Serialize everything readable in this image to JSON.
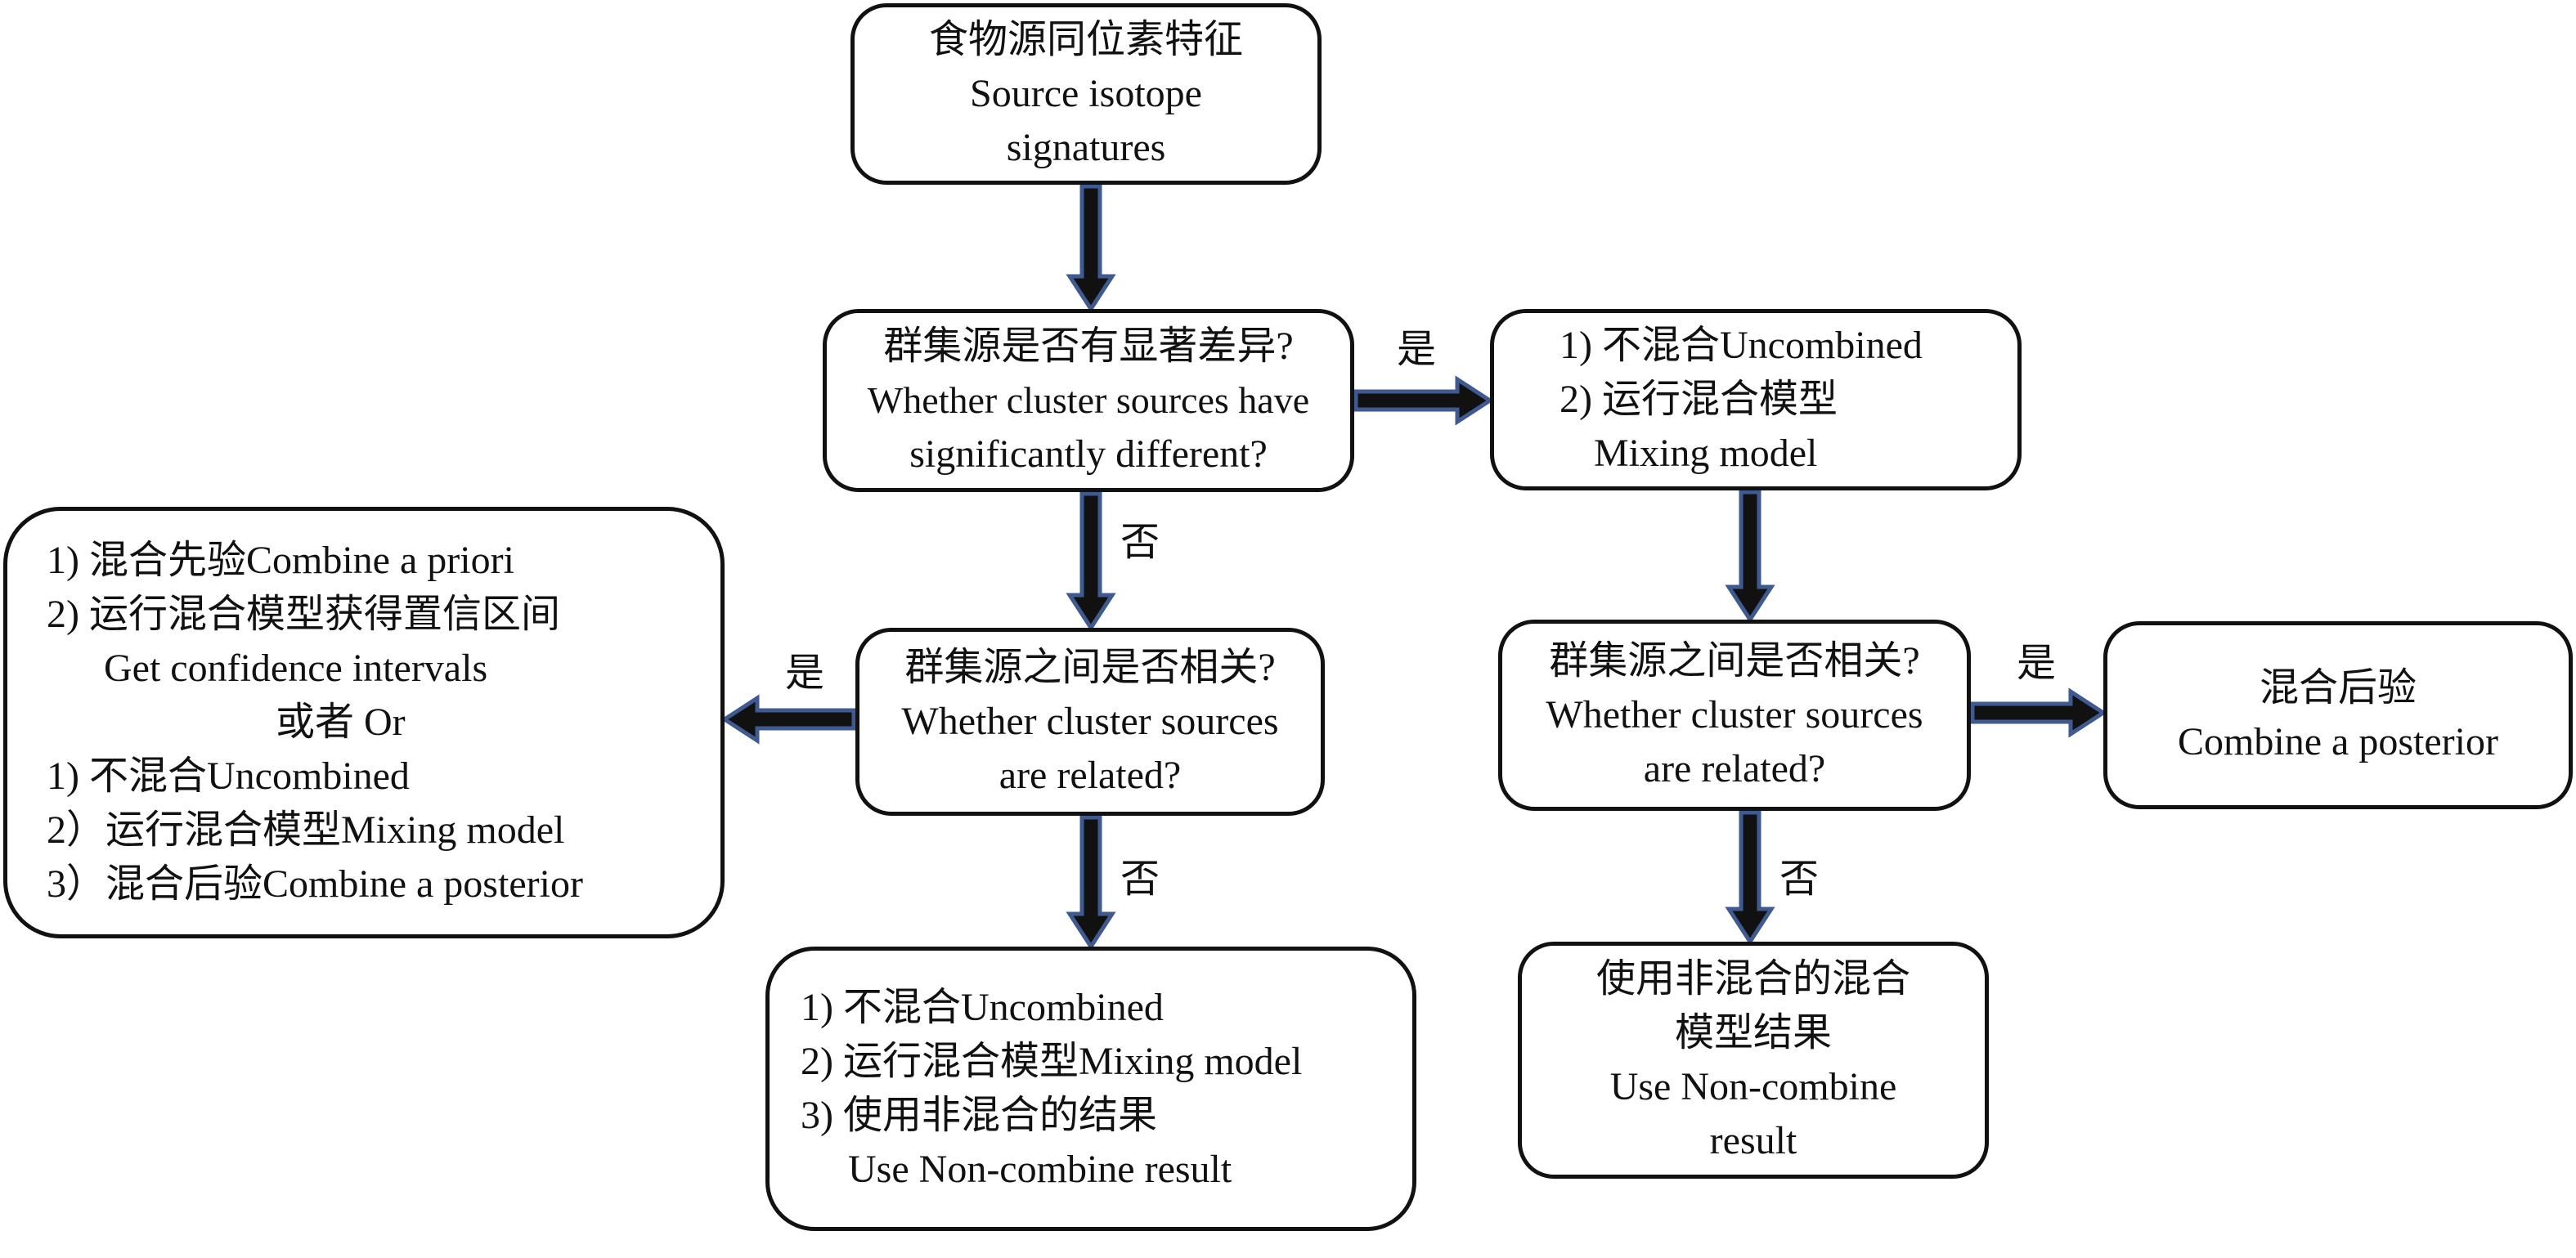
{
  "diagram": {
    "nodes": {
      "source": {
        "lines": [
          "食物源同位素特征",
          "Source isotope",
          "signatures"
        ]
      },
      "decision_diff": {
        "lines": [
          "群集源是否有显著差异?",
          "Whether cluster sources have",
          "significantly different?"
        ]
      },
      "uncombined_mixing": {
        "lines": [
          "1) 不混合Uncombined",
          "2) 运行混合模型",
          "Mixing model"
        ]
      },
      "combine_a_priori": {
        "lines": [
          "1) 混合先验Combine a priori",
          "2)  运行混合模型获得置信区间",
          "Get confidence intervals",
          "或者 Or",
          "1) 不混合Uncombined",
          "2）运行混合模型Mixing model",
          "3）混合后验Combine a posterior"
        ]
      },
      "decision_related_left": {
        "lines": [
          "群集源之间是否相关?",
          "Whether cluster sources",
          "are related?"
        ]
      },
      "noncombine_result_center": {
        "lines": [
          "1) 不混合Uncombined",
          "2)  运行混合模型Mixing model",
          "3) 使用非混合的结果",
          "Use Non-combine result"
        ]
      },
      "decision_related_right": {
        "lines": [
          "群集源之间是否相关?",
          "Whether cluster sources",
          "are related?"
        ]
      },
      "combine_a_posterior": {
        "lines": [
          "混合后验",
          "Combine a posterior"
        ]
      },
      "noncombine_result_right": {
        "lines": [
          "使用非混合的混合",
          "模型结果",
          "Use Non-combine",
          "result"
        ]
      }
    },
    "edges": [
      {
        "from": "source",
        "to": "decision_diff",
        "label": ""
      },
      {
        "from": "decision_diff",
        "to": "uncombined_mixing",
        "label": "是"
      },
      {
        "from": "decision_diff",
        "to": "decision_related_left",
        "label": "否"
      },
      {
        "from": "decision_related_left",
        "to": "combine_a_priori",
        "label": "是"
      },
      {
        "from": "decision_related_left",
        "to": "noncombine_result_center",
        "label": "否"
      },
      {
        "from": "uncombined_mixing",
        "to": "decision_related_right",
        "label": ""
      },
      {
        "from": "decision_related_right",
        "to": "combine_a_posterior",
        "label": "是"
      },
      {
        "from": "decision_related_right",
        "to": "noncombine_result_right",
        "label": "否"
      }
    ],
    "colors": {
      "arrow_fill": "#111111",
      "arrow_outline": "#3f5a90",
      "box_border": "#111111"
    }
  }
}
